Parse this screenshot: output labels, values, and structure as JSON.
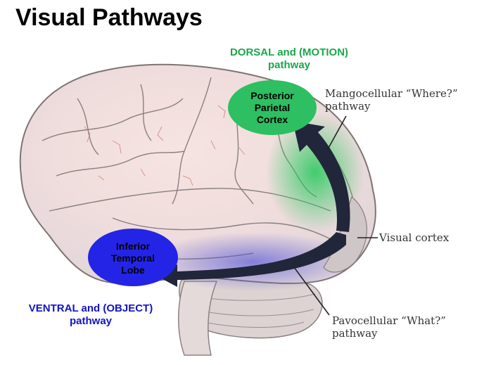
{
  "title": "Visual Pathways",
  "dorsal": {
    "line1": "DORSAL and (MOTION)",
    "line2": "pathway"
  },
  "ventral": {
    "line1": "VENTRAL and (OBJECT)",
    "line2": "pathway"
  },
  "nodes": {
    "posterior_parietal": {
      "line1": "Posterior",
      "line2": "Parietal",
      "line3": "Cortex",
      "color": "#2fbf63"
    },
    "inferior_temporal": {
      "line1": "Inferior",
      "line2": "Temporal",
      "line3": "Lobe",
      "color": "#2424e6"
    }
  },
  "callouts": {
    "mango": {
      "line1": "Mangocellular “Where?”",
      "line2": "pathway"
    },
    "visual_cortex": "Visual cortex",
    "pavo": {
      "line1": "Pavocellular “What?”",
      "line2": "pathway"
    }
  },
  "colors": {
    "dorsal_text": "#1aa84a",
    "ventral_text": "#1212c8",
    "arrow": "#22263a"
  }
}
